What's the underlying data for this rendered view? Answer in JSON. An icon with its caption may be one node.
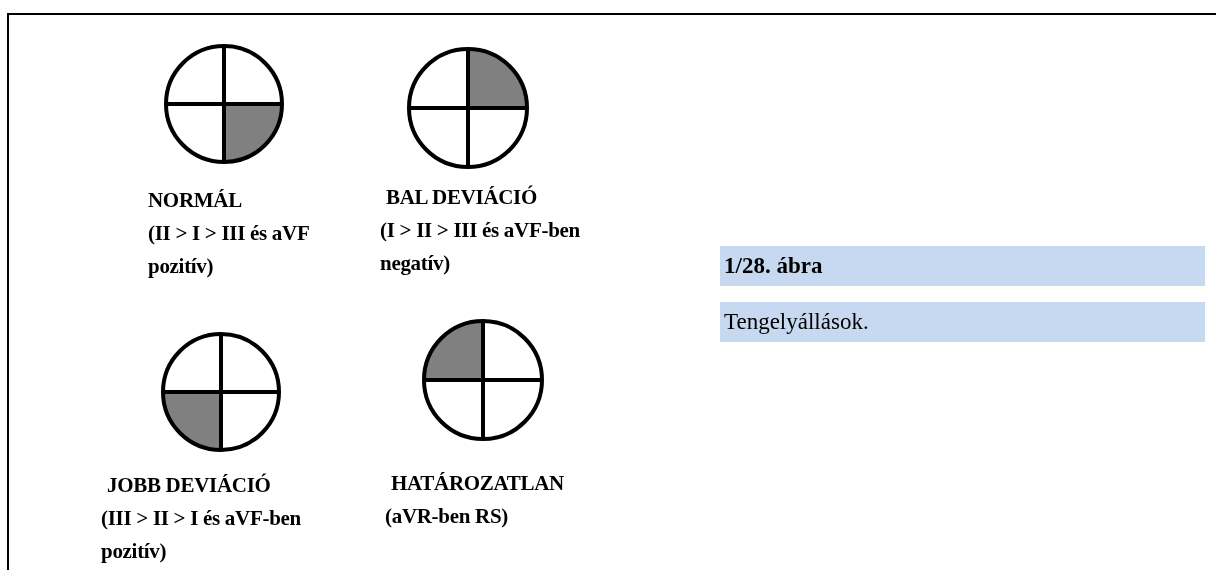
{
  "diagram": {
    "title": "1/28. ábra",
    "caption": "Tengelyállások.",
    "nodes": [
      {
        "text": [],
        "shape": "circle",
        "beside": [
          "NORMÁL",
          "(II > I > III és aVF pozitív)"
        ]
      },
      {
        "text": [],
        "shape": "circle",
        "beside": [
          "BAL DEVIÁCIÓ",
          "(I > II > III és aVF-ben negatív)"
        ]
      },
      {
        "text": [],
        "shape": "circle",
        "beside": [
          "JOBB DEVIÁCIÓ",
          "(III > II > I és aVF-ben pozitív)"
        ]
      },
      {
        "text": [],
        "shape": "circle",
        "beside": [
          "HATÁROZATLAN",
          "(aVR-ben RS)"
        ]
      }
    ]
  }
}
